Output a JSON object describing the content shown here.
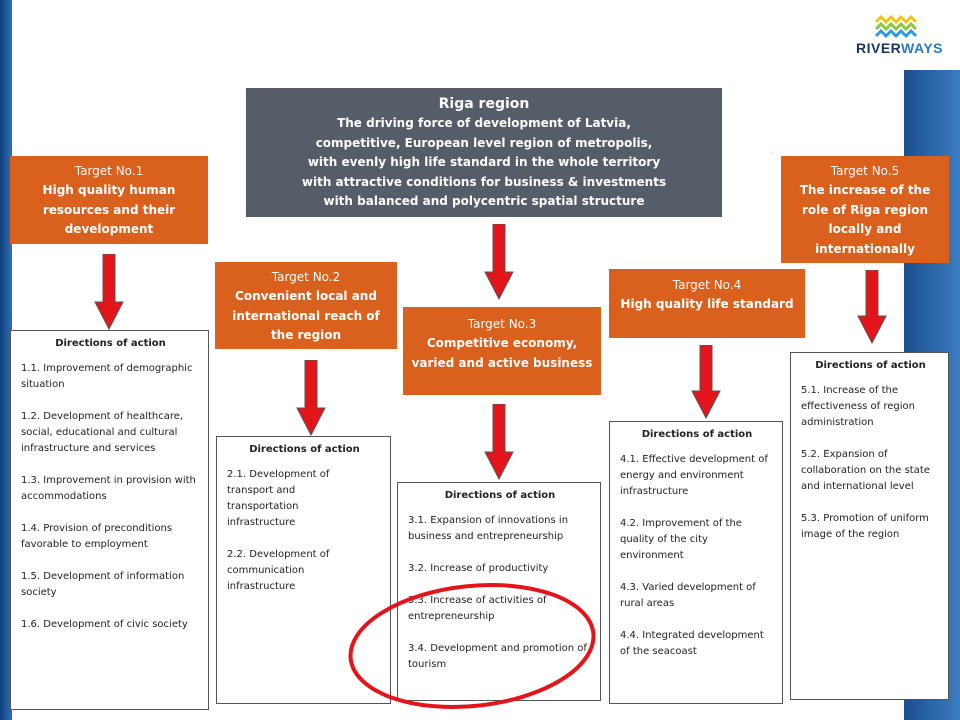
{
  "logo": {
    "text_main": "RIVER",
    "text_accent": "WAYS"
  },
  "header": {
    "title": "Riga region",
    "lines": [
      "The driving force of development of Latvia,",
      "competitive, European level region of metropolis,",
      "with evenly high life standard in the whole territory",
      "with attractive conditions for business & investments",
      "with balanced and polycentric spatial structure"
    ]
  },
  "targets": [
    {
      "no": "Target No.1",
      "lines": [
        "High quality human",
        "resources and their",
        "development"
      ]
    },
    {
      "no": "Target No.2",
      "lines": [
        "Convenient local and",
        "international reach of",
        "the region"
      ]
    },
    {
      "no": "Target No.3",
      "lines": [
        "Competitive economy,",
        "varied and active business"
      ]
    },
    {
      "no": "Target No.4",
      "lines": [
        "High quality life standard"
      ]
    },
    {
      "no": "Target No.5",
      "lines": [
        "The increase of the",
        "role of Riga region",
        "locally and",
        "internationally"
      ]
    }
  ],
  "directions": [
    {
      "title": "Directions of action",
      "items": [
        "1.1. Improvement of demographic situation",
        "1.2. Development of healthcare, social, educational and cultural infrastructure and services",
        "1.3. Improvement in provision with accommodations",
        "1.4. Provision of preconditions favorable to employment",
        "1.5. Development of information society",
        "1.6. Development of civic society"
      ]
    },
    {
      "title": "Directions of action",
      "items": [
        "2.1. Development of transport and transportation infrastructure",
        "2.2. Development of communication infrastructure"
      ]
    },
    {
      "title": "Directions of action",
      "items": [
        "3.1. Expansion of innovations in business and entrepreneurship",
        "3.2. Increase of productivity",
        "3.3. Increase of activities of entrepreneurship",
        "3.4. Development and promotion of tourism"
      ]
    },
    {
      "title": "Directions of action",
      "items": [
        "4.1. Effective development of energy and environment infrastructure",
        "4.2. Improvement of the quality of the city environment",
        "4.3. Varied development of rural areas",
        "4.4. Integrated development of the seacoast"
      ]
    },
    {
      "title": "Directions of action",
      "items": [
        "5.1. Increase of the effectiveness of region administration",
        "5.2. Expansion of collaboration on the state and international level",
        "5.3. Promotion of uniform image of the region"
      ]
    }
  ],
  "colors": {
    "target": "#d9601d",
    "header": "#555d68",
    "arrow": "#e3151a",
    "highlight": "#e3151a"
  }
}
